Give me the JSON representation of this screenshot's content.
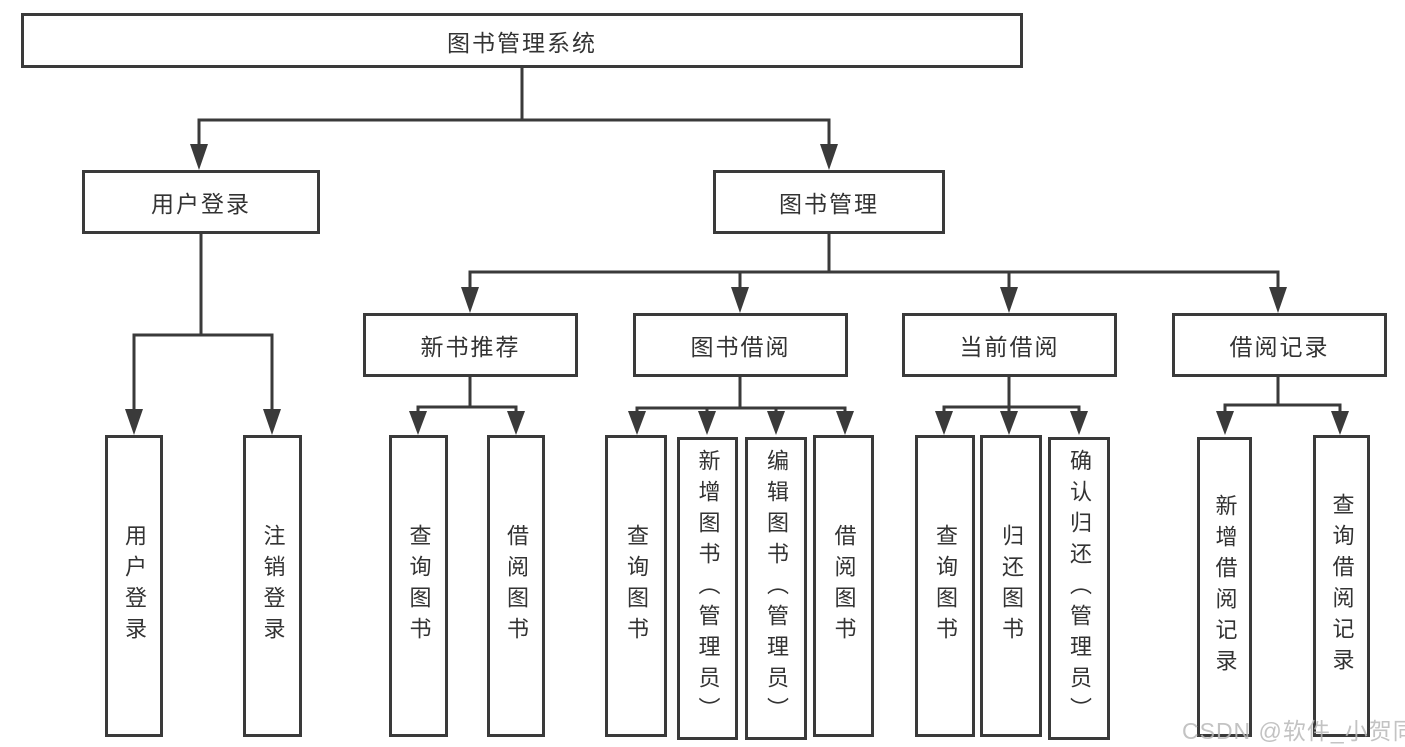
{
  "diagram": {
    "root": "图书管理系统",
    "user": {
      "label": "用户登录",
      "children": [
        "用户登录",
        "注销登录"
      ]
    },
    "mgmt": {
      "label": "图书管理",
      "groups": [
        {
          "label": "新书推荐",
          "children": [
            "查询图书",
            "借阅图书"
          ]
        },
        {
          "label": "图书借阅",
          "children": [
            "查询图书",
            "新增图书（管理员）",
            "编辑图书（管理员）",
            "借阅图书"
          ]
        },
        {
          "label": "当前借阅",
          "children": [
            "查询图书",
            "归还图书",
            "确认归还（管理员）"
          ]
        },
        {
          "label": "借阅记录",
          "children": [
            "新增借阅记录",
            "查询借阅记录"
          ]
        }
      ]
    },
    "line_color": "#3a3a3a"
  },
  "watermark": "CSDN @软件_小贺同学"
}
